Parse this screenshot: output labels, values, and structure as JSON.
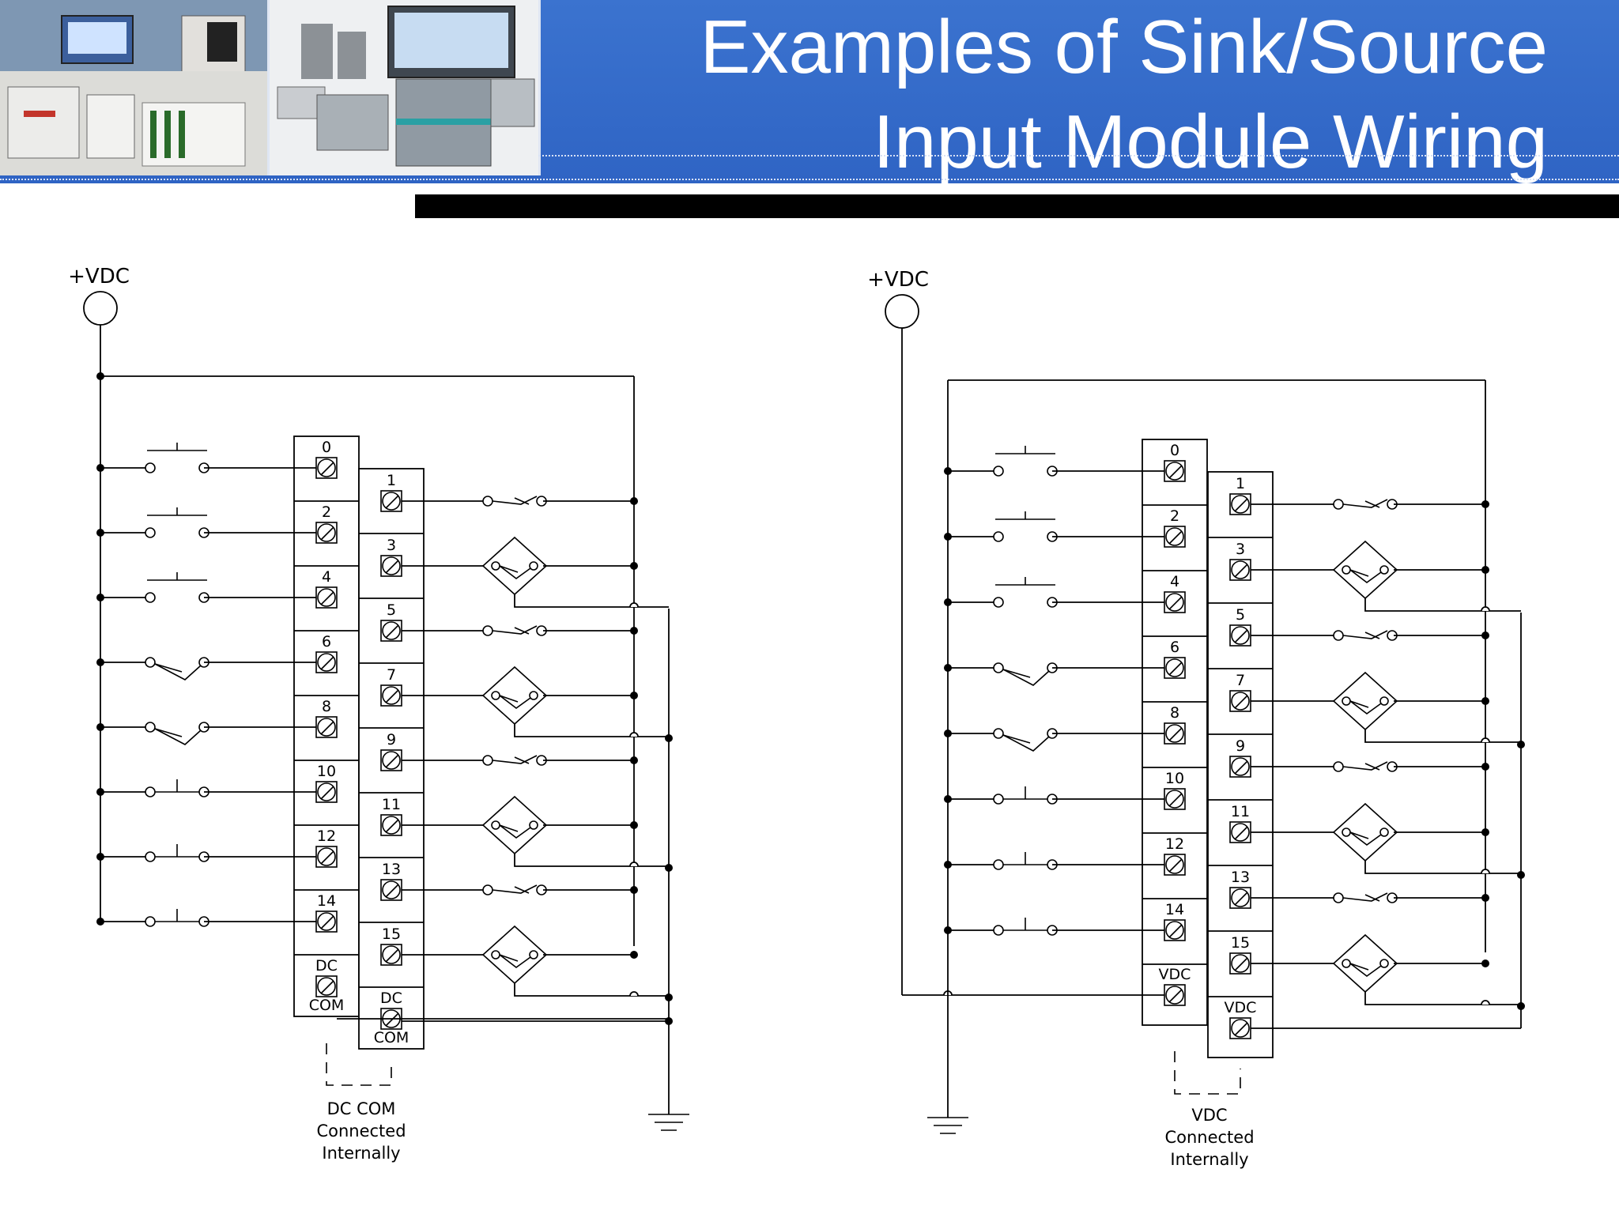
{
  "header": {
    "title_line1": "Examples of Sink/Source",
    "title_line2": "Input Module Wiring",
    "colors": {
      "band": "#2f64c4",
      "title": "#ffffff"
    }
  },
  "diagrams": [
    {
      "id": "sinking",
      "supply_label": "+VDC",
      "left_terminals": [
        "0",
        "2",
        "4",
        "6",
        "8",
        "10",
        "12",
        "14"
      ],
      "right_terminals": [
        "1",
        "3",
        "5",
        "7",
        "9",
        "11",
        "13",
        "15"
      ],
      "left_common_line1": "DC",
      "left_common_line2": "COM",
      "right_common_line1": "DC",
      "right_common_line2": "COM",
      "note_line1": "DC COM",
      "note_line2": "Connected",
      "note_line3": "Internally"
    },
    {
      "id": "sourcing",
      "supply_label": "+VDC",
      "left_terminals": [
        "0",
        "2",
        "4",
        "6",
        "8",
        "10",
        "12",
        "14"
      ],
      "right_terminals": [
        "1",
        "3",
        "5",
        "7",
        "9",
        "11",
        "13",
        "15"
      ],
      "left_common_line1": "VDC",
      "right_common_line1": "VDC",
      "note_line1": "VDC",
      "note_line2": "Connected",
      "note_line3": "Internally"
    }
  ]
}
